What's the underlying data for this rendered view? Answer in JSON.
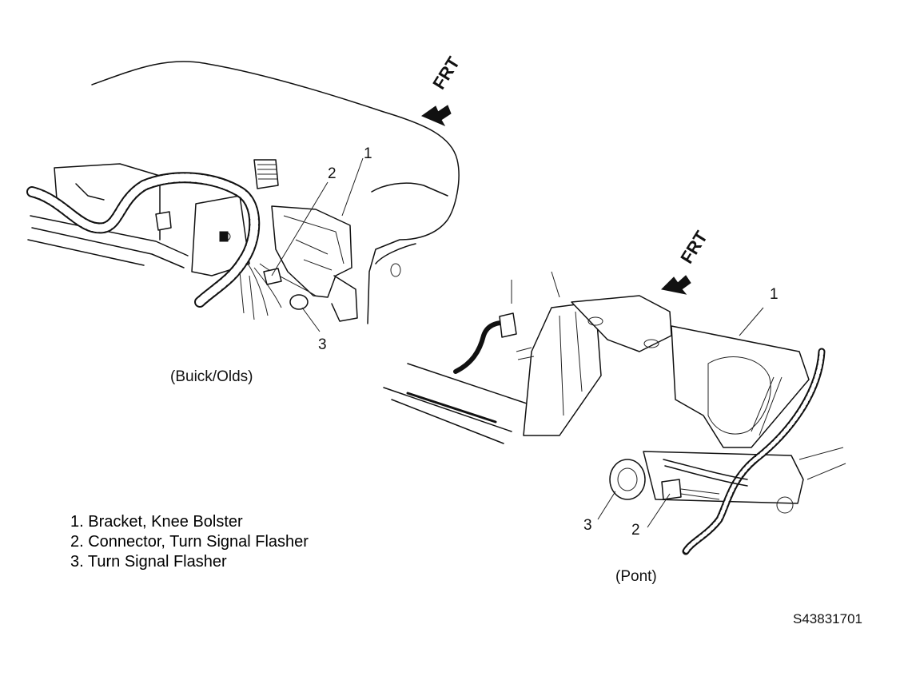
{
  "views": {
    "buick": {
      "caption": "(Buick/Olds)",
      "front_label": "FRT",
      "callouts": [
        "1",
        "2",
        "3"
      ]
    },
    "pont": {
      "caption": "(Pont)",
      "front_label": "FRT",
      "callouts": [
        "1",
        "2",
        "3"
      ]
    }
  },
  "legend": [
    "1. Bracket, Knee Bolster",
    "2. Connector, Turn Signal Flasher",
    "3. Turn Signal Flasher"
  ],
  "figure_id": "S43831701"
}
